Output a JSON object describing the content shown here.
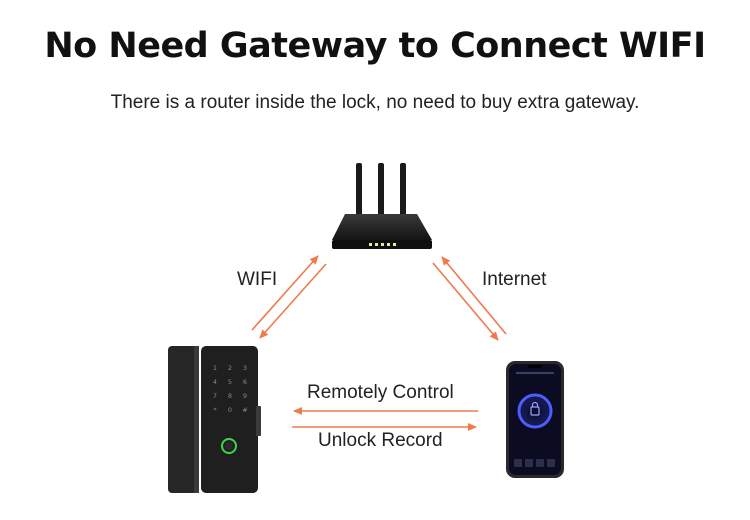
{
  "header": {
    "title": "No Need Gateway to Connect WIFI",
    "subtitle": "There is a router inside the lock, no need to buy extra gateway."
  },
  "diagram": {
    "labels": {
      "wifi": "WIFI",
      "internet": "Internet",
      "remote_control": "Remotely Control",
      "unlock_record": "Unlock Record"
    },
    "devices": [
      "router-icon",
      "smart-lock-icon",
      "smartphone-icon"
    ],
    "colors": {
      "arrow": "#f07a4a",
      "device_body": "#1e1e1e",
      "app_ring": "#4f5cff",
      "fingerprint_ring": "#3cd64a"
    }
  }
}
